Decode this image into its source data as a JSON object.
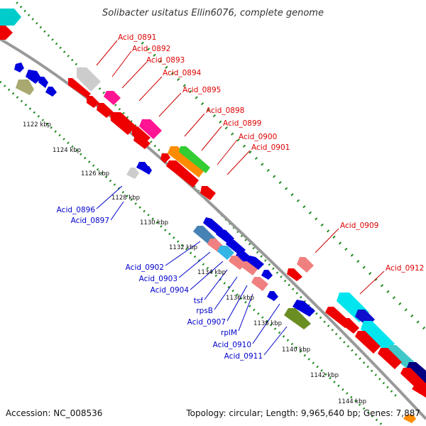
{
  "title": "Solibacter usitatus Ellin6076, complete genome",
  "footer": {
    "accession": "Accession: NC_008536",
    "info": "Topology: circular; Length: 9,965,640 bp; Genes: 7,887"
  },
  "colors": {
    "backbone": "#999999",
    "tick_dots": "#228b22",
    "forward_label": "#dd0000",
    "reverse_label": "#0000cc"
  },
  "kbp_labels": [
    "1122 kbp",
    "1124 kbp",
    "1126 kbp",
    "1128 kbp",
    "1130 kbp",
    "1132 kbp",
    "1134 kbp",
    "1136 kbp",
    "1138 kbp",
    "1140 kbp",
    "1142 kbp",
    "1144 kbp"
  ],
  "forward_genes": [
    "Acid_0891",
    "Acid_0892",
    "Acid_0893",
    "Acid_0894",
    "Acid_0895",
    "Acid_0898",
    "Acid_0899",
    "Acid_0900",
    "Acid_0901",
    "Acid_0909",
    "Acid_0912"
  ],
  "reverse_genes": [
    "Acid_0896",
    "Acid_0897",
    "Acid_0902",
    "Acid_0903",
    "Acid_0904",
    "tsf",
    "rpsB",
    "Acid_0907",
    "rplM",
    "Acid_0910",
    "Acid_0911"
  ]
}
